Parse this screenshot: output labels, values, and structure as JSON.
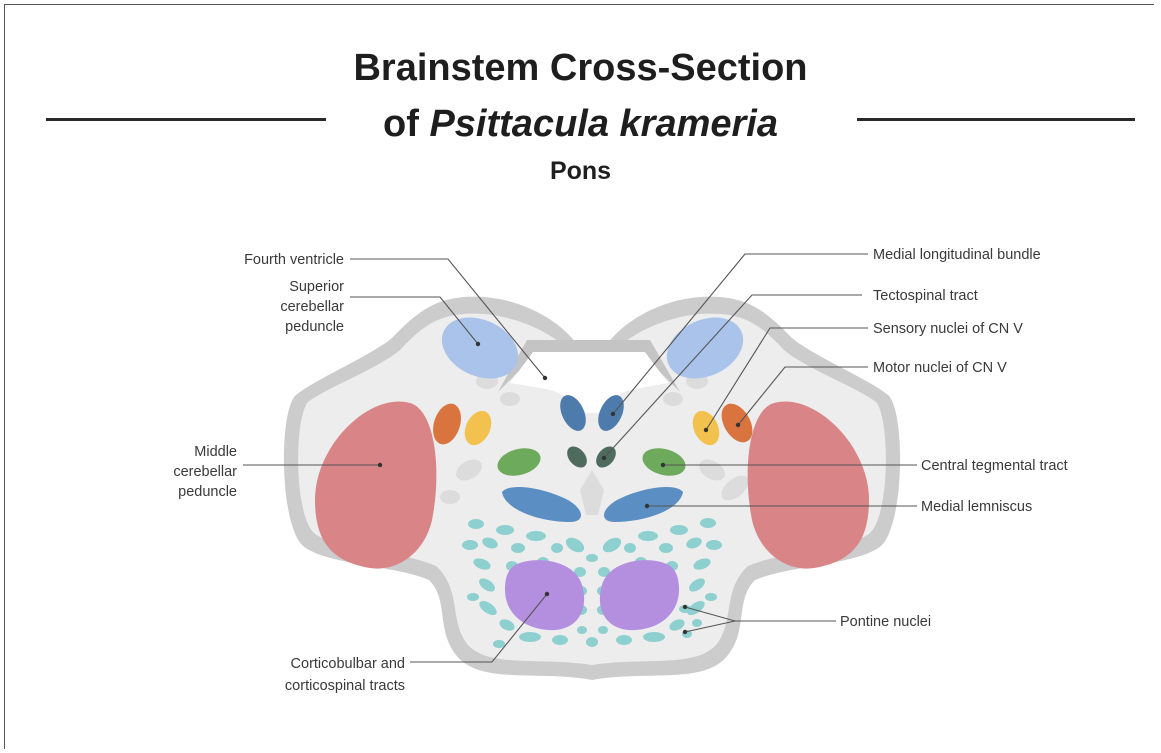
{
  "title": {
    "line1": "Brainstem Cross-Section",
    "line2_prefix": "of ",
    "line2_italic": "Psittacula krameria",
    "subtitle": "Pons"
  },
  "labels": {
    "fourth_ventricle": "Fourth ventricle",
    "superior_cerebellar_peduncle": [
      "Superior",
      "cerebellar",
      "peduncle"
    ],
    "middle_cerebellar_peduncle": [
      "Middle",
      "cerebellar",
      "peduncle"
    ],
    "corticobulbar_tracts": [
      "Corticobulbar and",
      "corticospinal tracts"
    ],
    "medial_longitudinal_bundle": "Medial longitudinal bundle",
    "tectospinal_tract": "Tectospinal tract",
    "sensory_nuclei": "Sensory nuclei of CN V",
    "motor_nuclei": "Motor nuclei of CN V",
    "central_tegmental_tract": "Central tegmental tract",
    "medial_lemniscus": "Medial lemniscus",
    "pontine_nuclei": "Pontine nuclei"
  },
  "colors": {
    "outline": "#c9c9c9",
    "tissue": "#ececec",
    "superior_peduncle": "#a9c3ea",
    "middle_peduncle": "#d98486",
    "motor_nucleus": "#d9743f",
    "sensory_nucleus": "#f2c14e",
    "mlf": "#4d7bab",
    "tectospinal": "#4e6b5e",
    "central_tegmental": "#6daa5b",
    "medial_lemniscus": "#5b8ec2",
    "corticospinal": "#b48fe0",
    "pontine": "#8ecfd0"
  }
}
